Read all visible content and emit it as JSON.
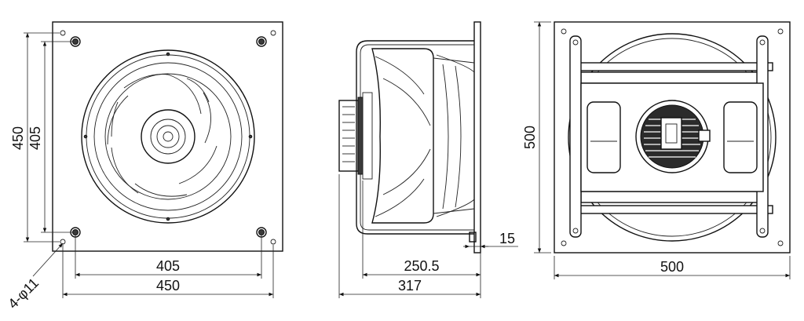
{
  "views": {
    "front": {
      "dim_bottom_inner": "405",
      "dim_bottom_outer": "450",
      "dim_left_outer": "450",
      "dim_left_inner": "405",
      "hole_note": "4-φ11"
    },
    "side": {
      "dim_depth_body": "250.5",
      "dim_depth_total": "317",
      "dim_flange": "15"
    },
    "rear": {
      "dim_height": "500",
      "dim_width": "500"
    }
  }
}
